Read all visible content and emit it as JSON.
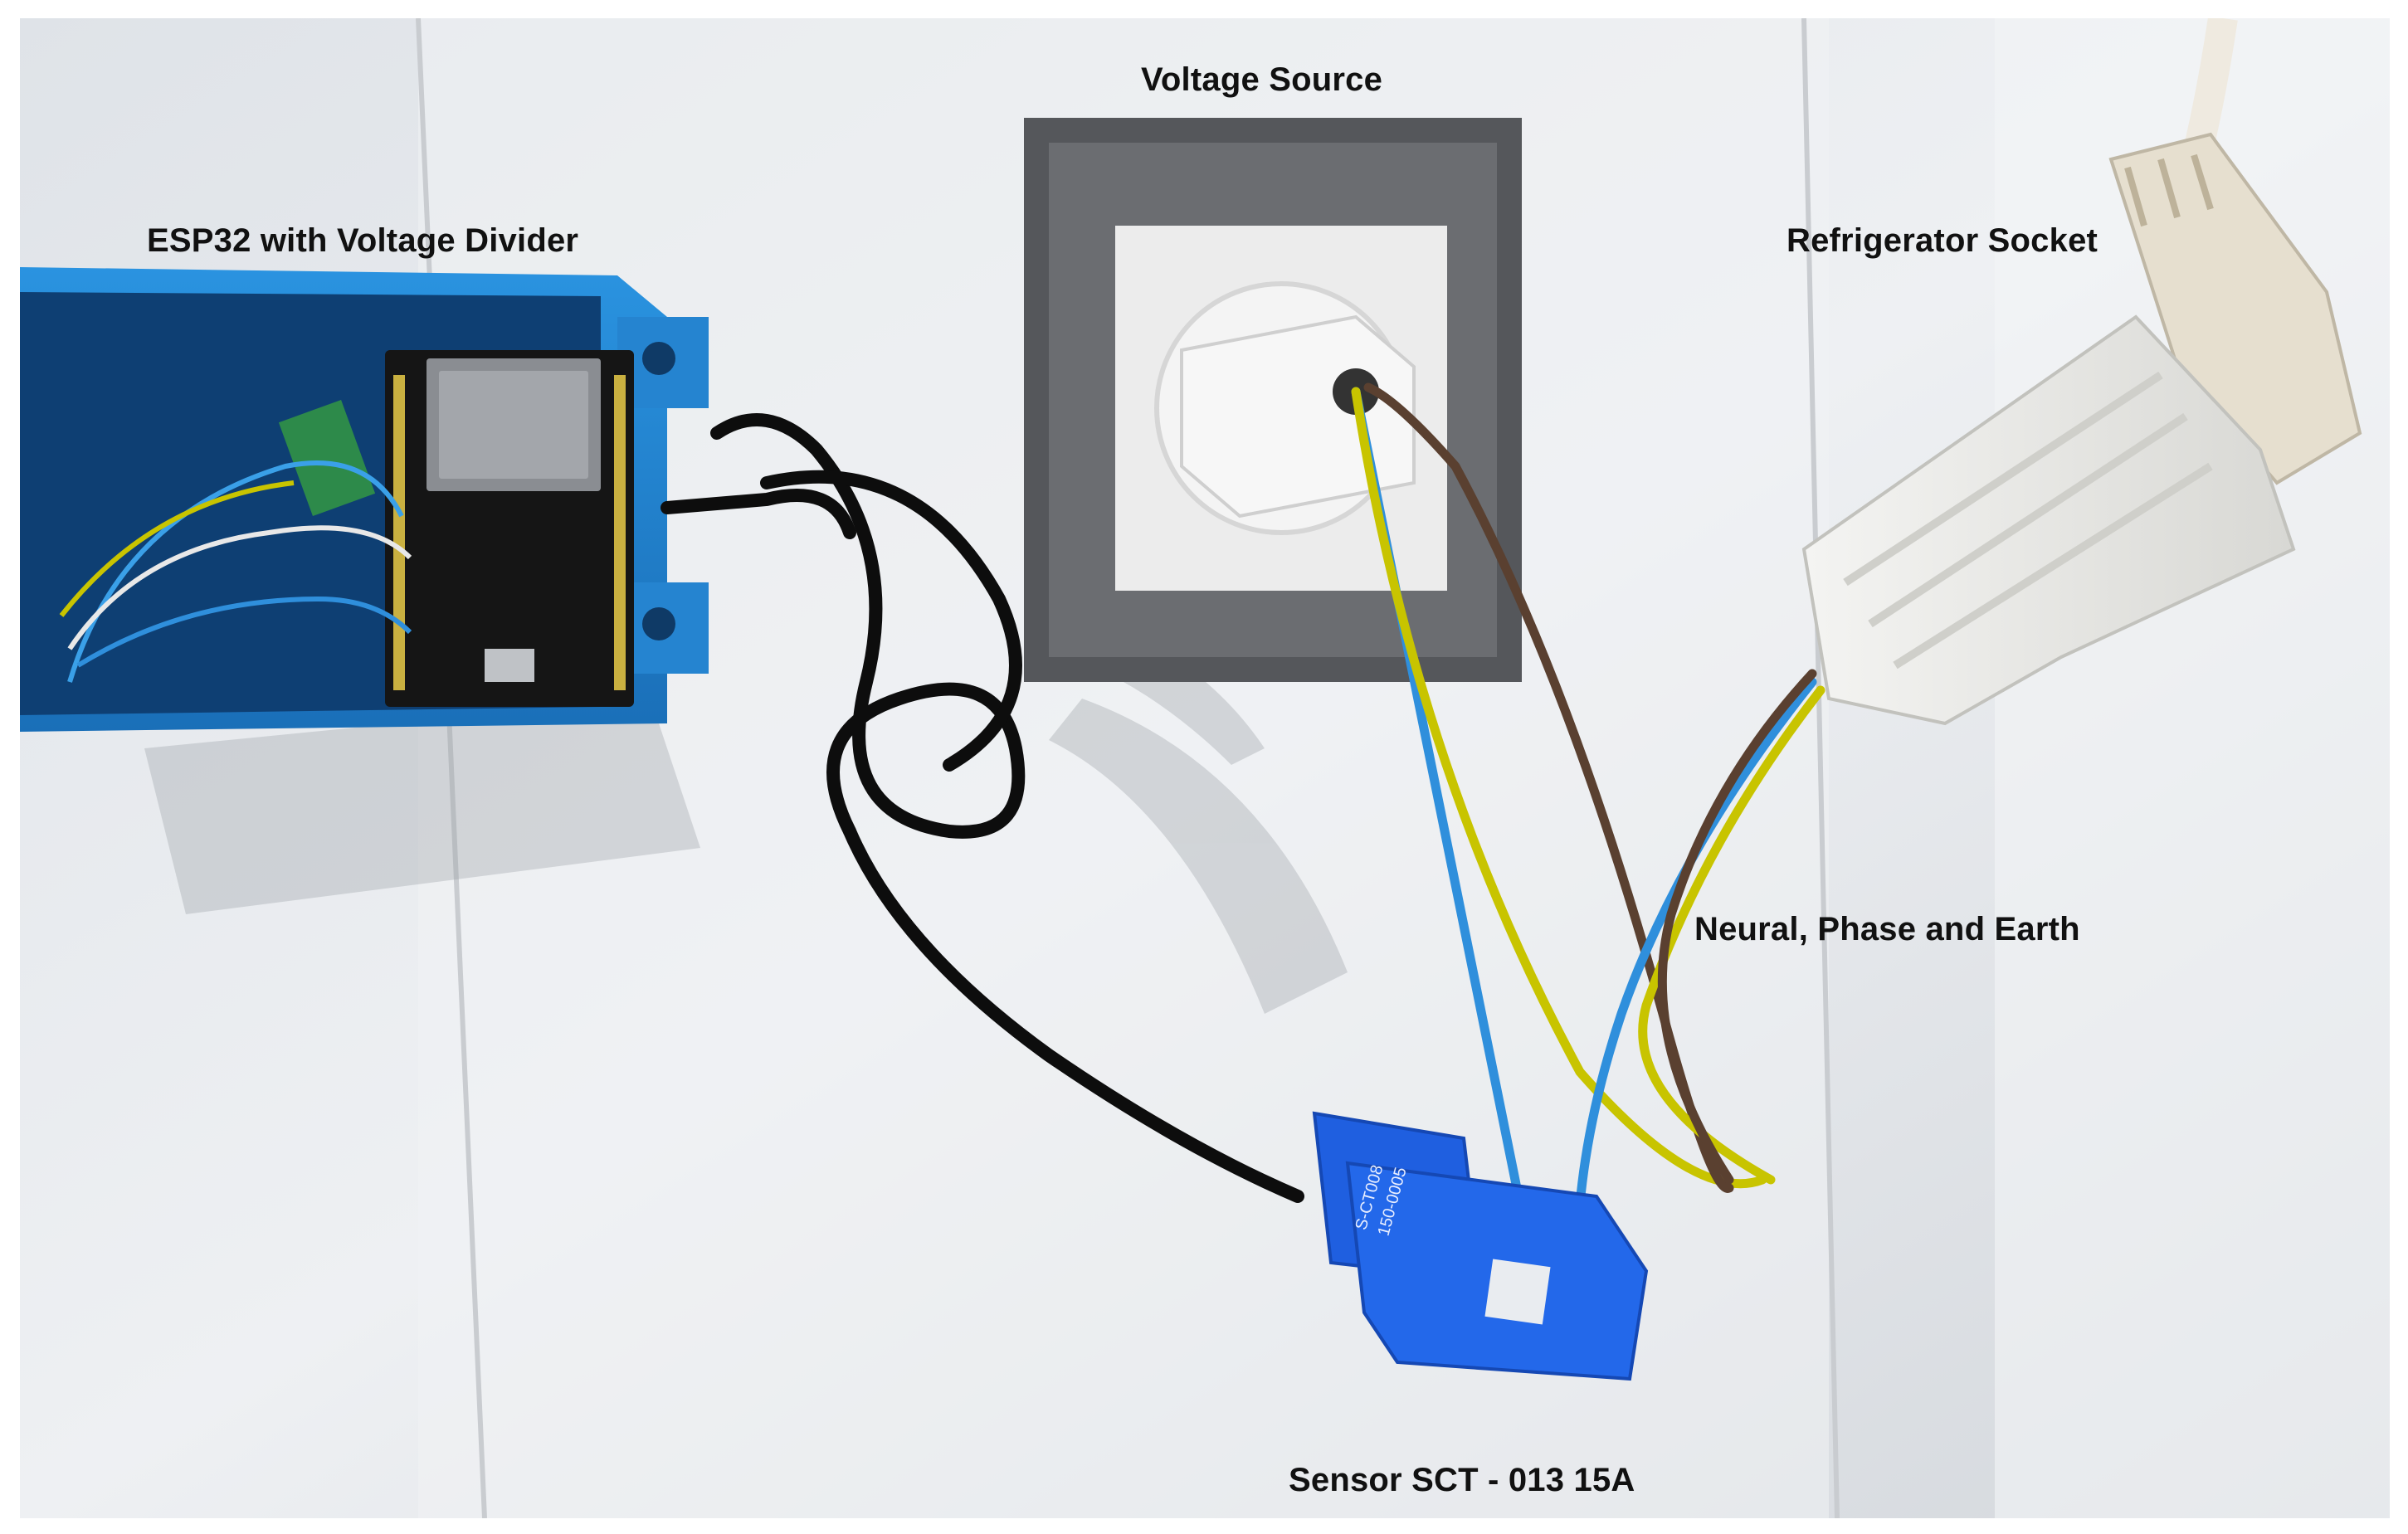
{
  "labels": {
    "voltage_source": "Voltage Source",
    "esp32": "ESP32 with Voltage Divider",
    "refrigerator_socket": "Refrigerator Socket",
    "wires": "Neural, Phase and Earth",
    "sensor": "Sensor SCT - 013 15A"
  },
  "sensor_markings": [
    "S-CT008",
    "150-0005"
  ],
  "colors": {
    "wall": "#e9ecf0",
    "esp_enclosure": "#1f86d6",
    "sct_sensor": "#1f5fe0",
    "outlet_frame": "#5a5c60",
    "wire_blue": "#2f8fdc",
    "wire_brown": "#5a4030",
    "wire_yellow_green": "#c8c400",
    "cable_black": "#0d0d0d"
  }
}
